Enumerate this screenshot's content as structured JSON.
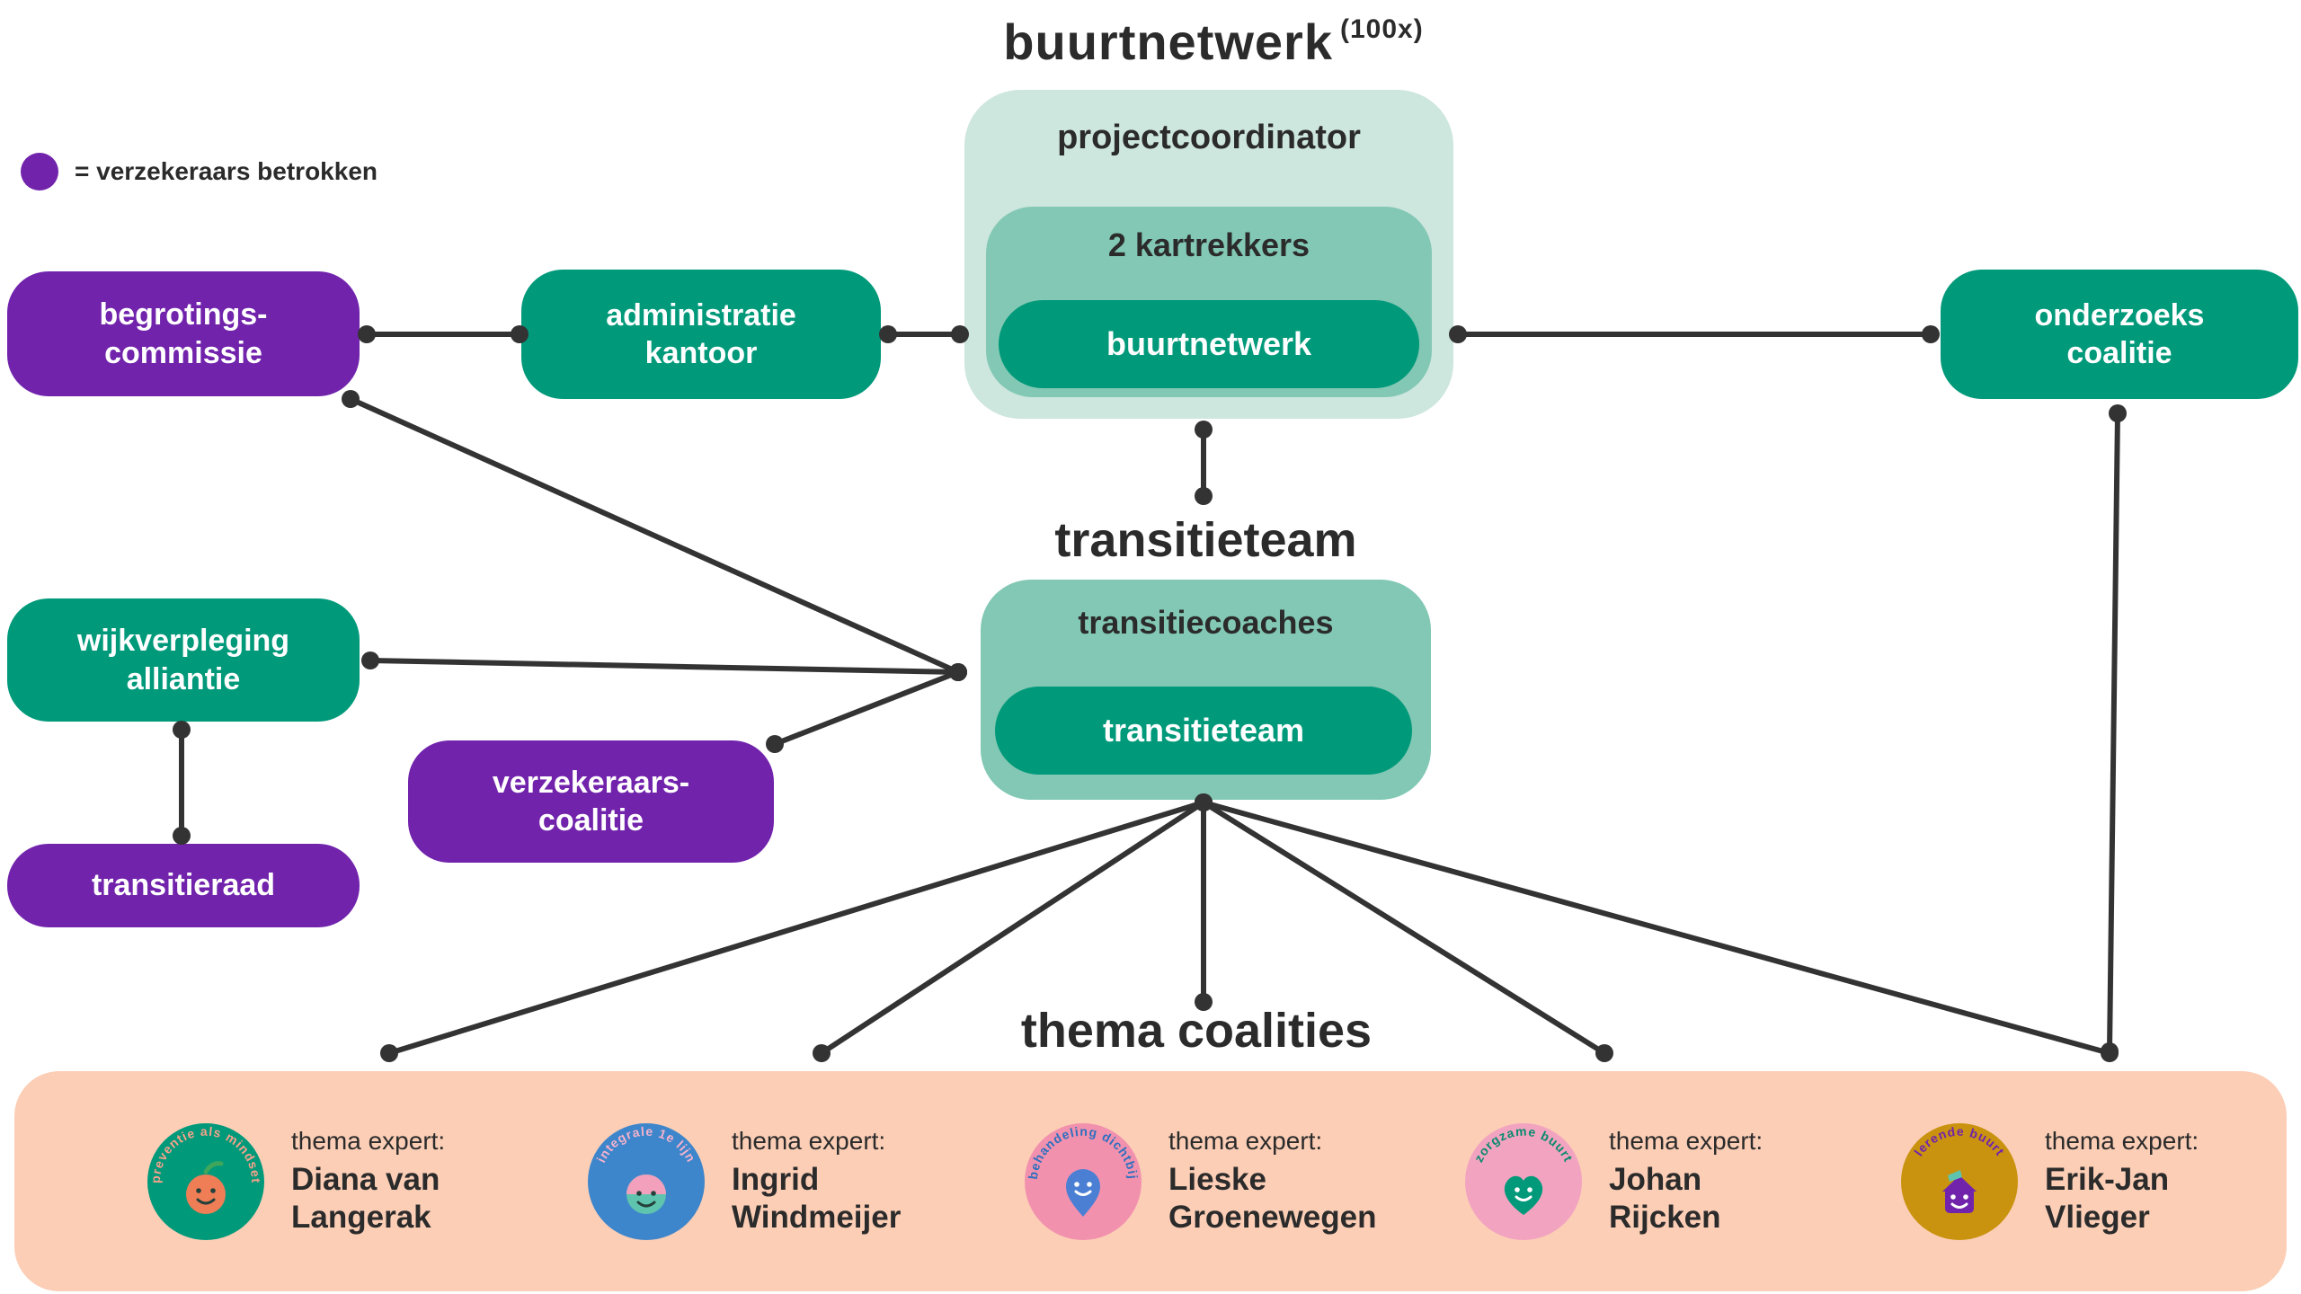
{
  "colors": {
    "teal_dark": "#00997a",
    "teal_mid": "#82c8b4",
    "teal_light": "#cde6de",
    "purple": "#7123ac",
    "peach": "#fcceb6",
    "line": "#333333",
    "ink": "#2b2b2b"
  },
  "legend": {
    "text": "= verzekeraars betrokken"
  },
  "titles": {
    "buurtnetwerk": "buurtnetwerk",
    "buurtnetwerk_sup": "(100x)",
    "transitieteam": "transitieteam",
    "thema": "thema coalities"
  },
  "nodes": {
    "projectcoordinator": "projectcoordinator",
    "kartrekkers": "2 kartrekkers",
    "buurtnetwerk": "buurtnetwerk",
    "begrotingscommissie": "begrotings-\ncommissie",
    "administratiekantoor": "administratie\nkantoor",
    "onderzoekscoalitie": "onderzoeks\ncoalitie",
    "wijkverpleging": "wijkverpleging\nalliantie",
    "verzekeraarscoalitie": "verzekeraars-\ncoalitie",
    "transitieraad": "transitieraad",
    "transitiecoaches": "transitiecoaches",
    "transitieteam": "transitieteam"
  },
  "experts": [
    {
      "badge": "preventie als mindset",
      "icon": "apple-smiley",
      "label": "thema expert:",
      "name": "Diana van\nLangerak"
    },
    {
      "badge": "integrale 1e lijn",
      "icon": "smiley-face",
      "label": "thema expert:",
      "name": "Ingrid\nWindmeijer"
    },
    {
      "badge": "behandeling dichtbij",
      "icon": "map-pin-smiley",
      "label": "thema expert:",
      "name": "Lieske\nGroenewegen"
    },
    {
      "badge": "zorgzame buurt",
      "icon": "heart-smiley",
      "label": "thema expert:",
      "name": "Johan\nRijcken"
    },
    {
      "badge": "lerende buurt",
      "icon": "house-smiley",
      "label": "thema expert:",
      "name": "Erik-Jan\nVlieger"
    }
  ],
  "edges": [
    [
      408,
      372,
      578,
      372
    ],
    [
      988,
      372,
      1068,
      372
    ],
    [
      1622,
      372,
      2148,
      372
    ],
    [
      1339,
      478,
      1339,
      552
    ],
    [
      390,
      444,
      1066,
      748
    ],
    [
      412,
      735,
      1066,
      748
    ],
    [
      862,
      828,
      1066,
      748
    ],
    [
      202,
      812,
      202,
      930
    ],
    [
      1339,
      893,
      433,
      1172
    ],
    [
      1339,
      893,
      914,
      1172
    ],
    [
      1339,
      893,
      1339,
      1115
    ],
    [
      1339,
      893,
      1785,
      1172
    ],
    [
      1339,
      893,
      2347,
      1172
    ],
    [
      2356,
      460,
      2347,
      1170
    ]
  ]
}
